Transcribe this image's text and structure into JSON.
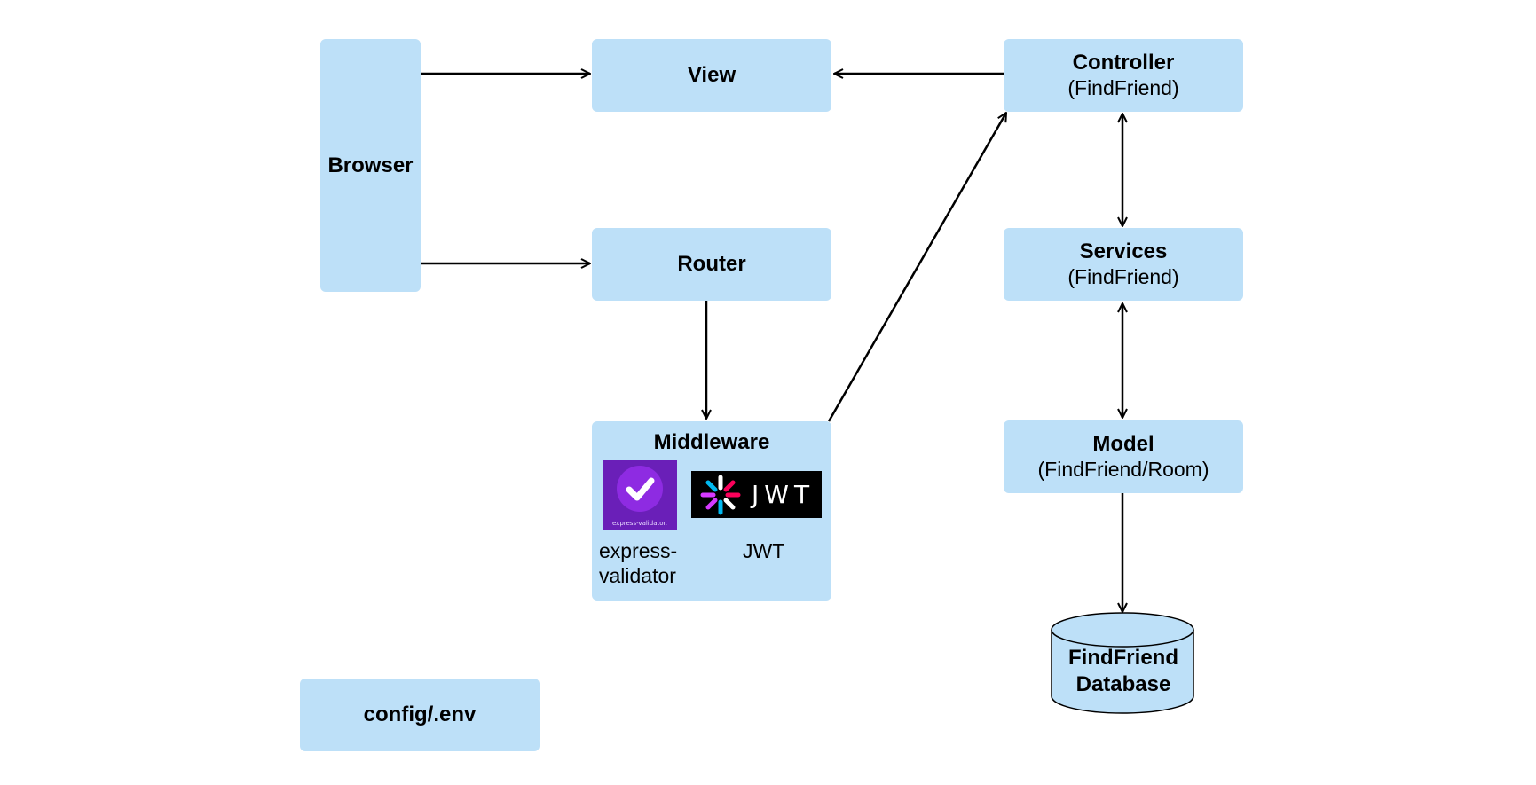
{
  "browser": {
    "label": "Browser"
  },
  "view": {
    "label": "View"
  },
  "router": {
    "label": "Router"
  },
  "middleware": {
    "label": "Middleware",
    "express_validator": {
      "label": "express-\nvalidator",
      "logo_text": "express-validator."
    },
    "jwt": {
      "label": "JWT",
      "logo_text": "JWT"
    }
  },
  "controller": {
    "label": "Controller",
    "sublabel": "(FindFriend)"
  },
  "services": {
    "label": "Services",
    "sublabel": "(FindFriend)"
  },
  "model": {
    "label": "Model",
    "sublabel": "(FindFriend/Room)"
  },
  "database": {
    "label_line1": "FindFriend",
    "label_line2": "Database"
  },
  "config": {
    "label": "config/.env"
  },
  "colors": {
    "node_fill": "#bde0f8",
    "edge": "#000000",
    "ev_logo": "#6a1fb8",
    "jwt_logo": "#000000"
  },
  "edges": [
    {
      "from": "Browser",
      "to": "View",
      "direction": "forward"
    },
    {
      "from": "Browser",
      "to": "Router",
      "direction": "forward"
    },
    {
      "from": "Controller",
      "to": "View",
      "direction": "forward"
    },
    {
      "from": "Router",
      "to": "Middleware",
      "direction": "forward"
    },
    {
      "from": "Middleware",
      "to": "Controller",
      "direction": "forward"
    },
    {
      "from": "Controller",
      "to": "Services",
      "direction": "both"
    },
    {
      "from": "Services",
      "to": "Model",
      "direction": "both"
    },
    {
      "from": "Model",
      "to": "FindFriend Database",
      "direction": "forward"
    }
  ]
}
